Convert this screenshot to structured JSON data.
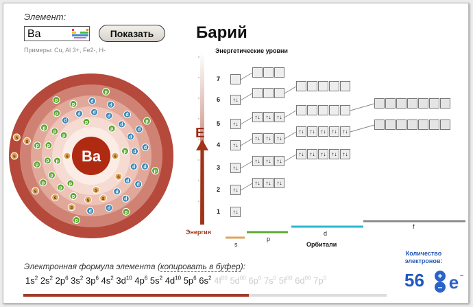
{
  "element_label": "Элемент:",
  "element_input": "Ba",
  "show_button": "Показать",
  "examples": "Примеры: Cu, Al 3+, Fe2-, H-",
  "element_name": "Барий",
  "element_symbol": "Ba",
  "energy_levels_title": "Энергетические уровни",
  "level_numbers": [
    "7",
    "6",
    "5",
    "4",
    "3",
    "2",
    "1"
  ],
  "energy_letter": "E",
  "energy_label": "Энергия",
  "subshells": {
    "s": "s",
    "p": "p",
    "d": "d",
    "f": "f"
  },
  "orbitals_label": "Орбитали",
  "electron_count_label": "Количество электронов:",
  "electron_count": "56",
  "formula_label": "Электронная формула элемента (",
  "formula_link": "копировать в буфер",
  "formula_label_end": "):",
  "formula_filled": [
    [
      "1s",
      "2"
    ],
    [
      "2s",
      "2"
    ],
    [
      "2p",
      "6"
    ],
    [
      "3s",
      "2"
    ],
    [
      "3p",
      "6"
    ],
    [
      "4s",
      "2"
    ],
    [
      "3d",
      "10"
    ],
    [
      "4p",
      "6"
    ],
    [
      "5s",
      "2"
    ],
    [
      "4d",
      "10"
    ],
    [
      "5p",
      "6"
    ],
    [
      "6s",
      "2"
    ]
  ],
  "formula_empty": [
    [
      "4f",
      "00"
    ],
    [
      "5d",
      "00"
    ],
    [
      "6p",
      "0"
    ],
    [
      "7s",
      "0"
    ],
    [
      "5f",
      "00"
    ],
    [
      "6d",
      "00"
    ],
    [
      "7p",
      "0"
    ]
  ],
  "filled_fraction": 0.62,
  "arrows": "↑↓",
  "orbital_layout": [
    {
      "level": "7",
      "s": 0,
      "p": 0
    },
    {
      "level": "6",
      "s": 2,
      "p": 0,
      "d": 0
    },
    {
      "level": "5",
      "s": 2,
      "p": 6,
      "d": 0,
      "f": 0
    },
    {
      "level": "4",
      "s": 2,
      "p": 6,
      "d": 10,
      "f": 0
    },
    {
      "level": "3",
      "s": 2,
      "p": 6,
      "d": 10
    },
    {
      "level": "2",
      "s": 2,
      "p": 6
    },
    {
      "level": "1",
      "s": 2
    }
  ],
  "shell_electrons": [
    2,
    8,
    18,
    18,
    8,
    2
  ],
  "colors": {
    "s": "#e0a458",
    "p": "#5ea832",
    "d": "#3a86b5",
    "f": "#8a8a8a",
    "accent": "#a03418",
    "count": "#1e58c0"
  }
}
